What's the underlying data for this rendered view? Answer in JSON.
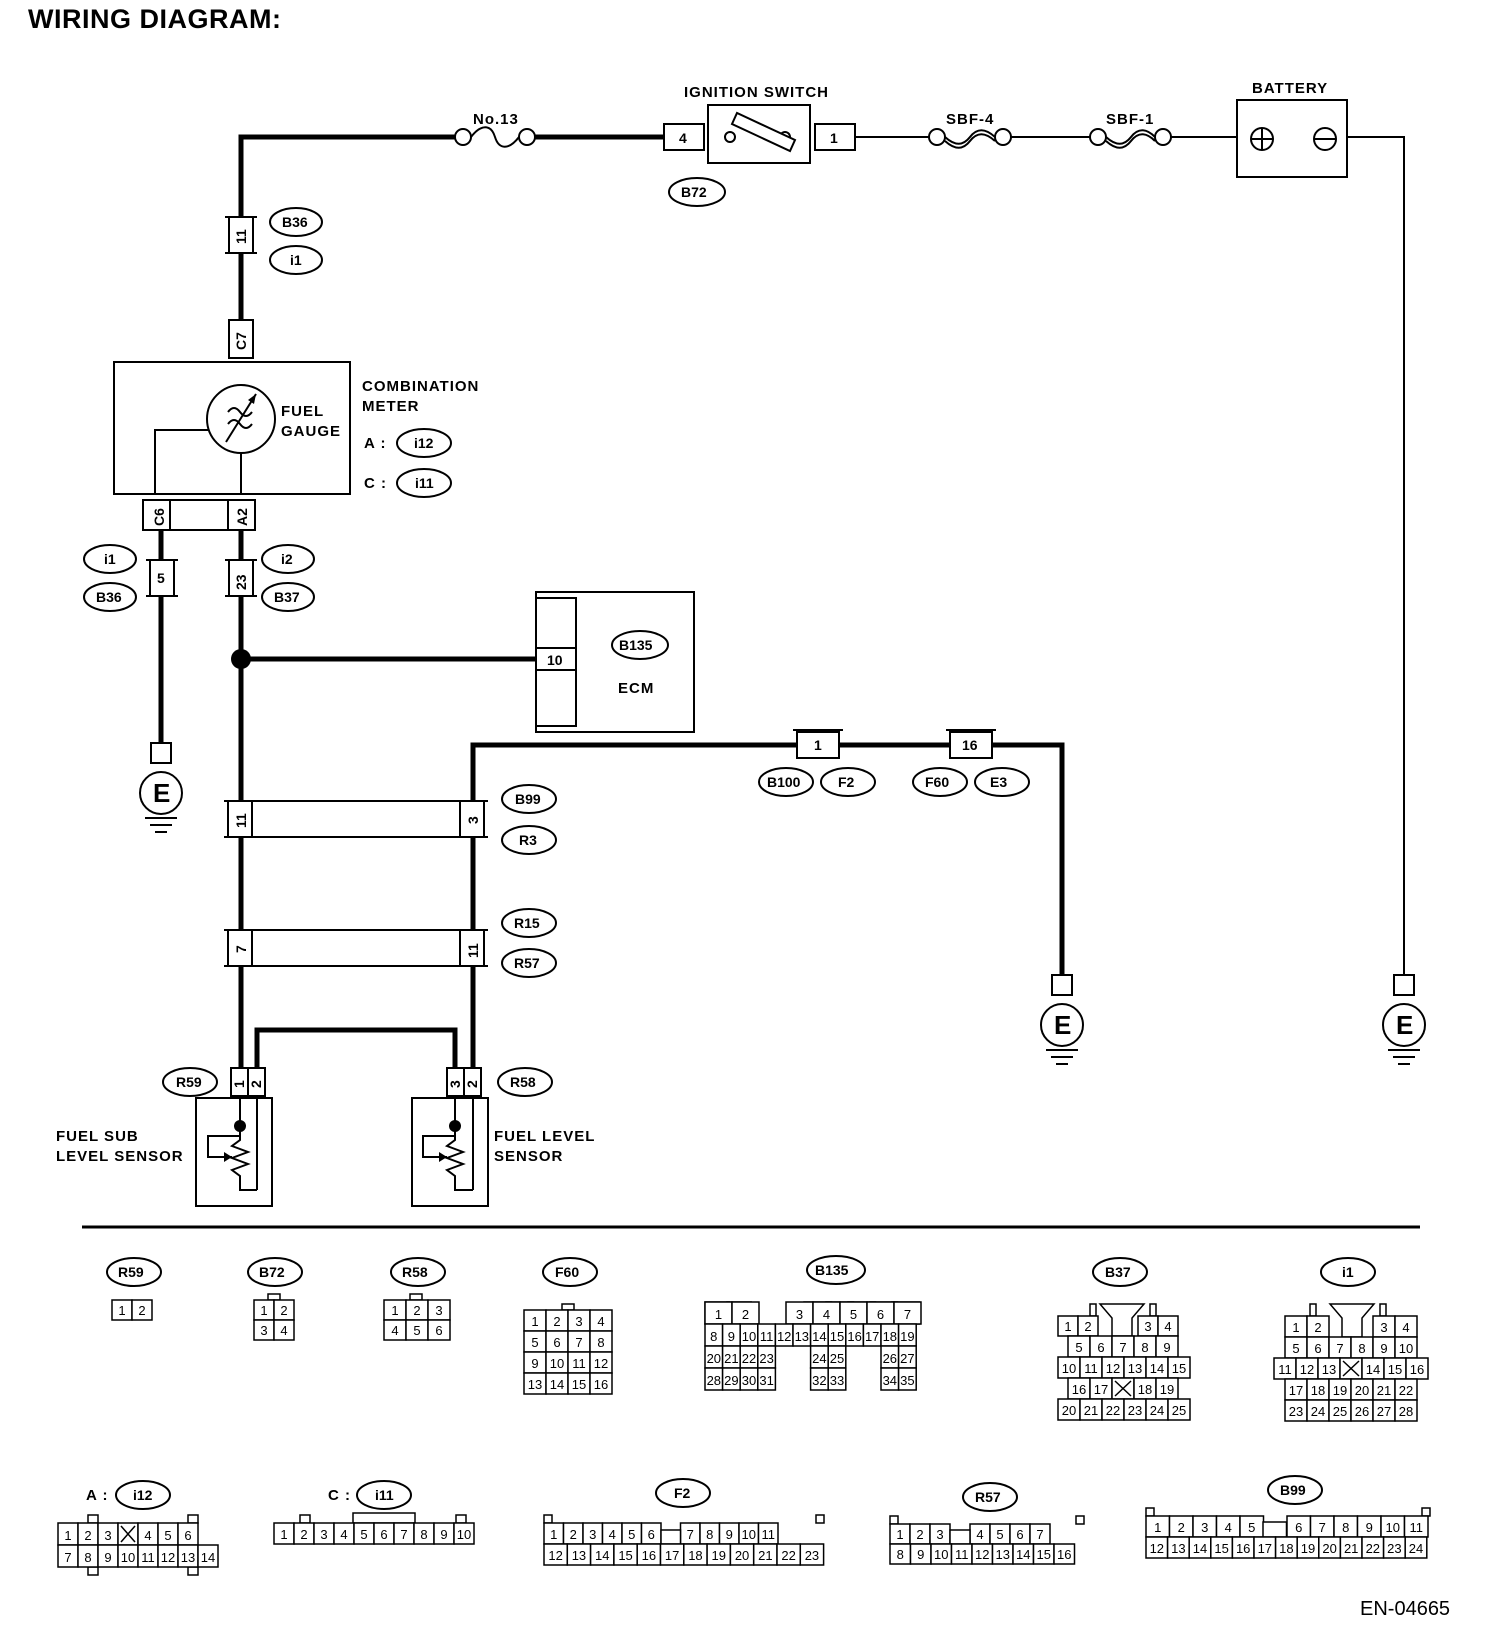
{
  "title": "WIRING DIAGRAM:",
  "doc_id": "EN-04665",
  "components": {
    "fuse": "No.13",
    "ignition_switch": "IGNITION SWITCH",
    "sbf4": "SBF-4",
    "sbf1": "SBF-1",
    "battery": "BATTERY",
    "combination_meter_line1": "COMBINATION",
    "combination_meter_line2": "METER",
    "meter_a_label": "A :",
    "meter_c_label": "C :",
    "fuel_gauge_line1": "FUEL",
    "fuel_gauge_line2": "GAUGE",
    "ecm": "ECM",
    "fuel_sub_line1": "FUEL SUB",
    "fuel_sub_line2": "LEVEL SENSOR",
    "fuel_level_line1": "FUEL LEVEL",
    "fuel_level_line2": "SENSOR",
    "ground": "E"
  },
  "connector_ids": {
    "b72": "B72",
    "b36": "B36",
    "i1": "i1",
    "i12": "i12",
    "i11": "i11",
    "i2": "i2",
    "b37": "B37",
    "b135": "B135",
    "b99": "B99",
    "r3": "R3",
    "r15": "R15",
    "r57": "R57",
    "b100": "B100",
    "f2": "F2",
    "f60": "F60",
    "e3": "E3",
    "r59": "R59",
    "r58": "R58"
  },
  "pins": {
    "ign4": "4",
    "ign1": "1",
    "i1_11": "11",
    "c7": "C7",
    "c6": "C6",
    "a2": "A2",
    "p5": "5",
    "p23": "23",
    "ecm10": "10",
    "b100_1": "1",
    "f60_16": "16",
    "b99_11": "11",
    "b99_3": "3",
    "r15_7": "7",
    "r15_11": "11",
    "r59_1": "1",
    "r59_2": "2",
    "r58_3": "3",
    "r58_2": "2"
  },
  "legend": {
    "r59": "R59",
    "b72": "B72",
    "r58": "R58",
    "f60": "F60",
    "b135": "B135",
    "b37": "B37",
    "i1": "i1",
    "a_prefix": "A :",
    "i12": "i12",
    "c_prefix": "C :",
    "i11": "i11",
    "f2": "F2",
    "r57": "R57",
    "b99": "B99"
  }
}
